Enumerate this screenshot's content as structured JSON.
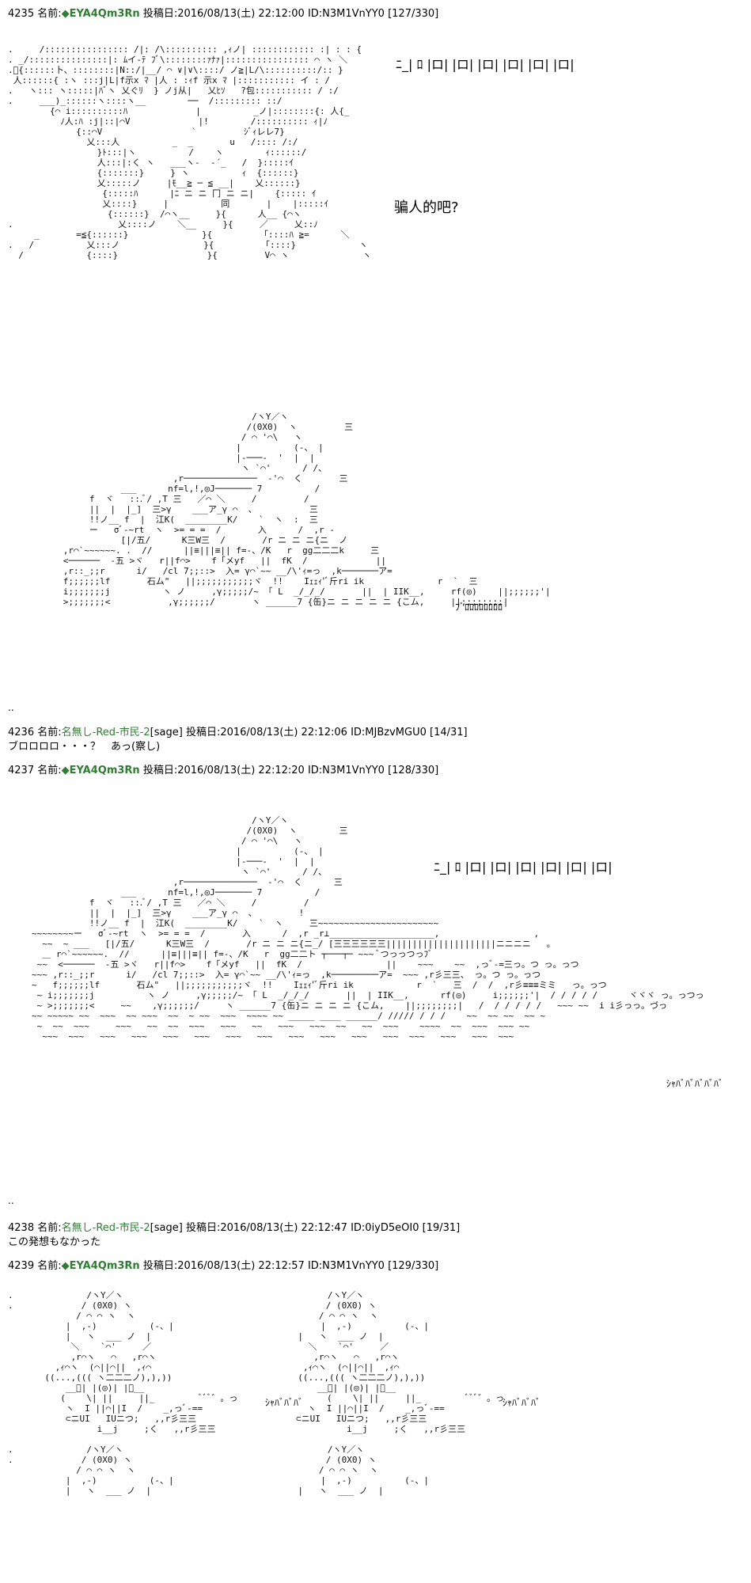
{
  "posts": [
    {
      "num": "4235",
      "name_label": "名前:",
      "name": "◆EYA4Qm3Rn",
      "date_label": "投稿日:",
      "date": "2016/08/13(土) 22:12:00",
      "id": "ID:N3M1VnYY0",
      "count": "[127/330]"
    },
    {
      "num": "4236",
      "name_label": "名前:",
      "name": "名無し-Red-市民-2",
      "sage": "[sage]",
      "date_label": "投稿日:",
      "date": "2016/08/13(土) 22:12:06",
      "id": "ID:MJBzvMGU0",
      "count": "[14/31]",
      "body": "ブロロロロ・・・？　あっ(察し)"
    },
    {
      "num": "4237",
      "name_label": "名前:",
      "name": "◆EYA4Qm3Rn",
      "date_label": "投稿日:",
      "date": "2016/08/13(土) 22:12:20",
      "id": "ID:N3M1VnYY0",
      "count": "[128/330]"
    },
    {
      "num": "4238",
      "name_label": "名前:",
      "name": "名無し-Red-市民-2",
      "sage": "[sage]",
      "date_label": "投稿日:",
      "date": "2016/08/13(土) 22:12:47",
      "id": "ID:0iyD5eOI0",
      "count": "[19/31]",
      "body": "この発想もなかった"
    },
    {
      "num": "4239",
      "name_label": "名前:",
      "name": "◆EYA4Qm3Rn",
      "date_label": "投稿日:",
      "date": "2016/08/13(土) 22:12:57",
      "id": "ID:N3M1VnYY0",
      "count": "[129/330]"
    }
  ],
  "captions": {
    "knock1": "ﾆ_|  ﾛ  |ロ|  |ロ|  |ロ|  |ロ|  |ロ|  |ロ|",
    "deceive": "骗人的吧?",
    "burr": "ﾌﾞﾛﾛﾛﾛﾛﾛﾛﾛ",
    "knock2": "ﾆ_|  ﾛ  |ロ|  |ロ|  |ロ|  |ロ|  |ロ|  |ロ|",
    "shaba1": "ｼｬﾊﾞﾊﾞﾊﾞﾊﾞﾊﾞ",
    "shaba2": "ｼｬﾊﾞﾊﾞﾊﾞ",
    "shaba3": "ｼｬﾊﾞﾊﾞﾊﾞ"
  },
  "dots": ".."
}
